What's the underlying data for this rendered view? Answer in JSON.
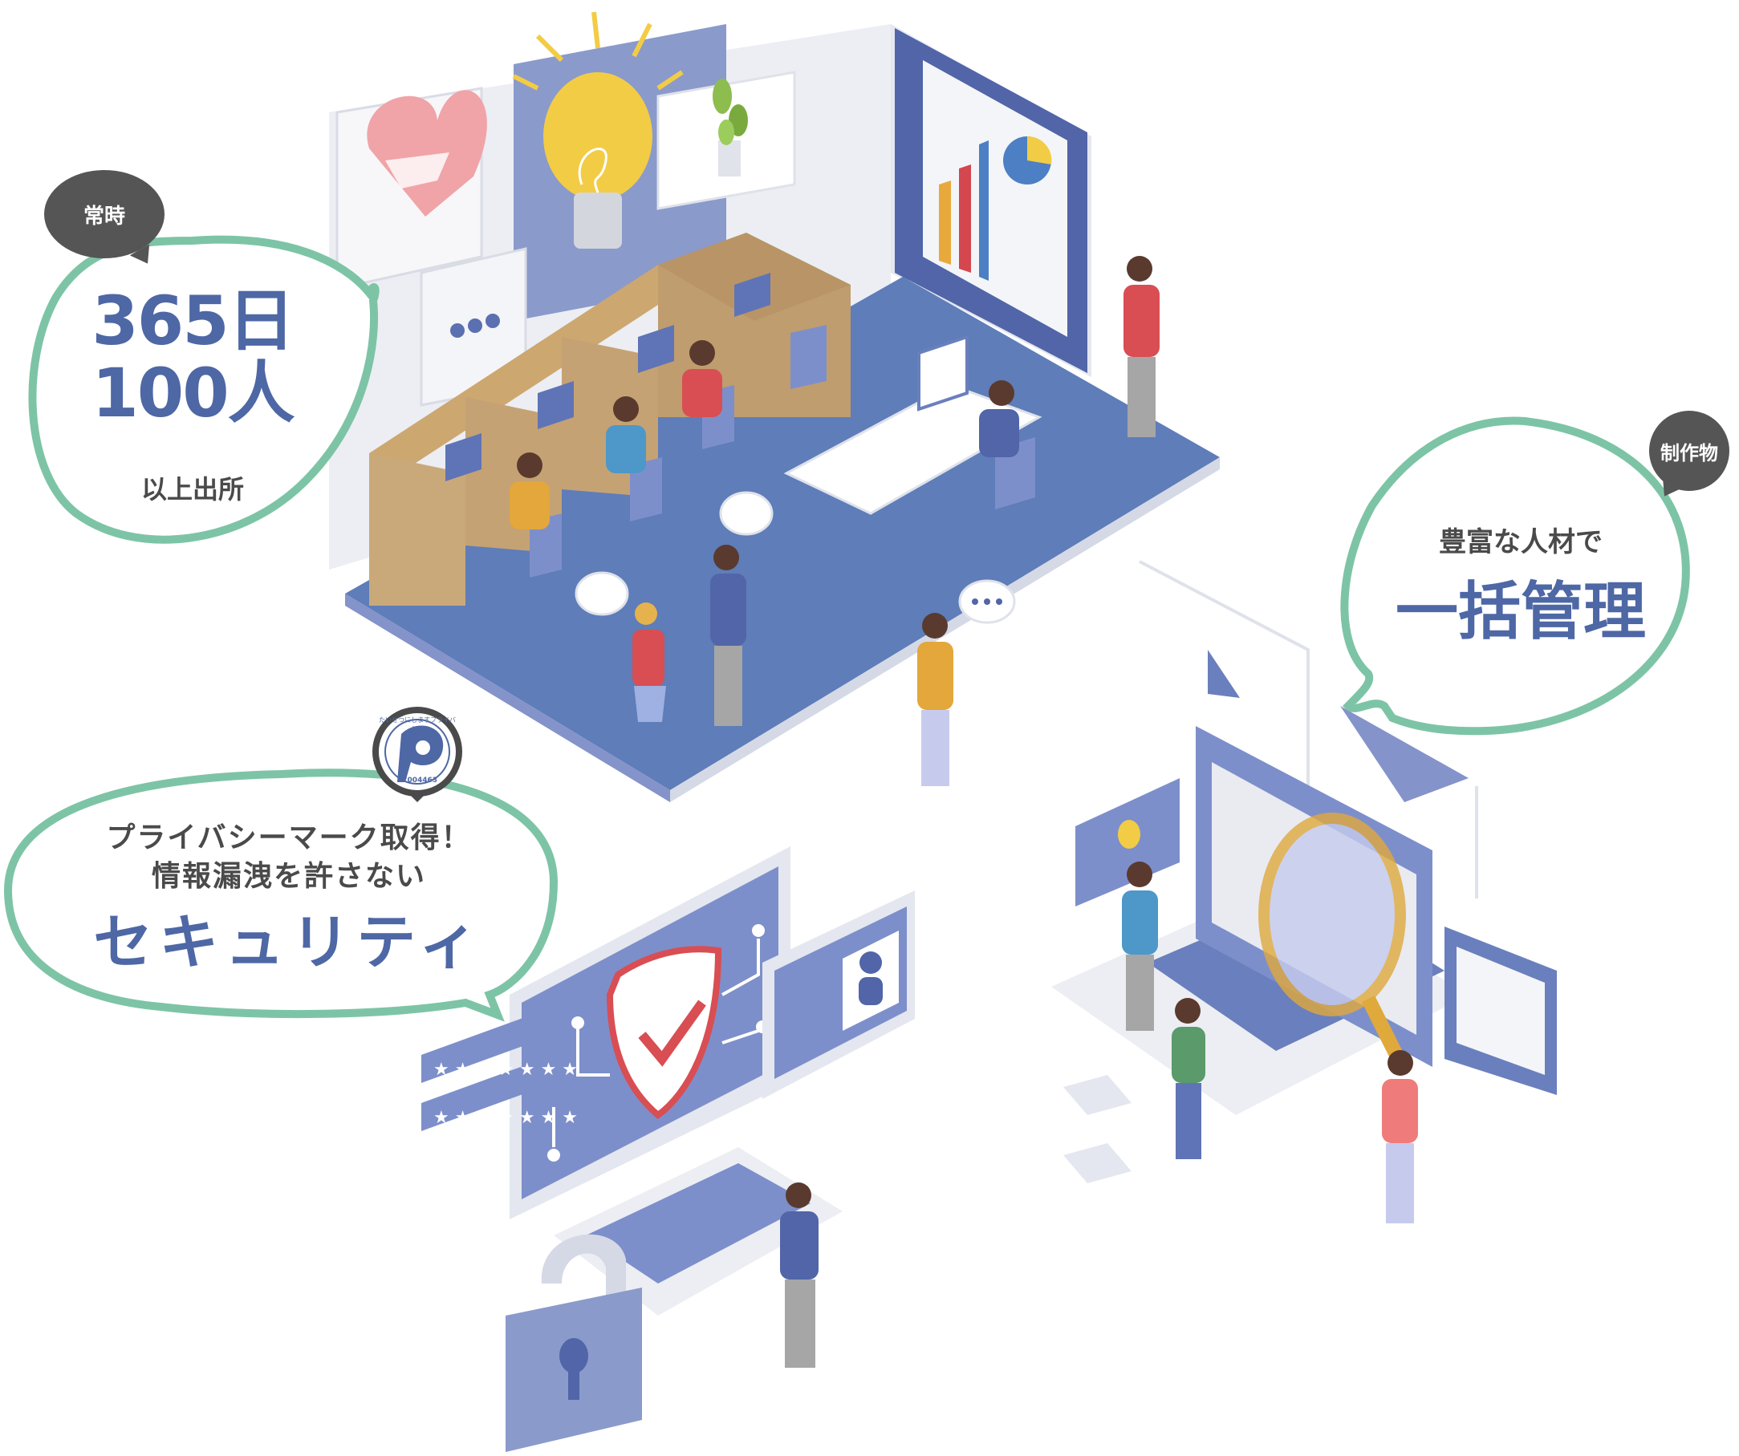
{
  "bubbles": {
    "attendance": {
      "badge": "常時",
      "line1": "365日",
      "line2": "100人",
      "line3": "以上出所"
    },
    "management": {
      "badge": "制作物",
      "sub": "豊富な人材で",
      "big": "一括管理"
    },
    "security": {
      "line1": "プライバシーマーク取得！",
      "line2": "情報漏洩を許さない",
      "big": "セキュリティ"
    }
  },
  "privacy_mark": {
    "arc_text": "たいせつにしますプライバシー",
    "number": "17004463"
  },
  "colors": {
    "accent_blue": "#4e67a5",
    "bubble_border": "#7dc4a6",
    "badge_gray": "#555555",
    "floor_blue": "#5a7bb8",
    "panel_gray": "#e9ebf1"
  }
}
